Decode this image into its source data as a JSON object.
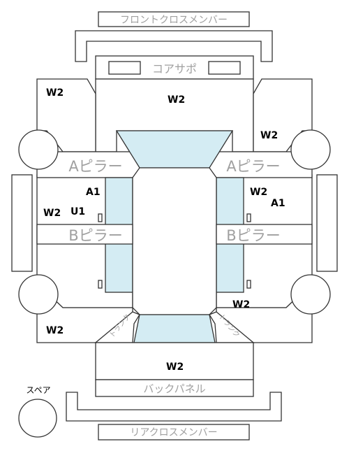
{
  "labels": {
    "front_cross_member": "フロントクロスメンバー",
    "radiator_support": "コアサポ",
    "a_pillar": "Aピラー",
    "b_pillar": "Bピラー",
    "back_panel": "バックパネル",
    "rear_cross_member": "リアクロスメンバー",
    "spare": "スペア",
    "trunk": "トランク"
  },
  "marks": {
    "w2": "W2",
    "a1": "A1",
    "u1": "U1"
  },
  "colors": {
    "highlight": "#d4ecf3",
    "line": "#333333",
    "label_gray": "#a0a0a0"
  }
}
